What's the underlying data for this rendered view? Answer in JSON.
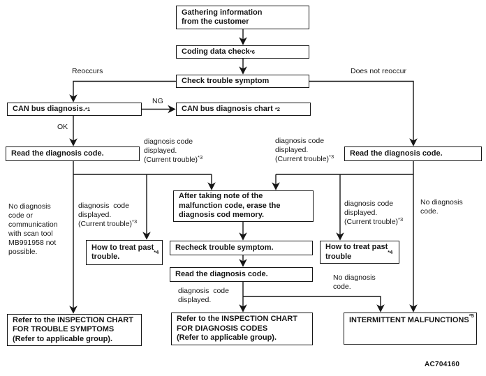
{
  "colors": {
    "ink": "#161616",
    "background": "#ffffff"
  },
  "figure_code": "AC704160",
  "nodes": {
    "gathering": {
      "text": "Gathering information\nfrom the customer"
    },
    "coding": {
      "text": "Coding data check",
      "sup": "*6"
    },
    "check": {
      "text": "Check trouble symptom"
    },
    "canbus": {
      "text": "CAN bus diagnosis.",
      "sup": "*1"
    },
    "canchart": {
      "text": "CAN bus diagnosis chart ",
      "sup": "*2"
    },
    "read_left": {
      "text": "Read the diagnosis code."
    },
    "read_right": {
      "text": "Read the diagnosis code."
    },
    "after_erase": {
      "text": "After taking note of the\nmalfunction code, erase the\ndiagnosis cod memory."
    },
    "recheck": {
      "text": "Recheck trouble symptom."
    },
    "read_center": {
      "text": "Read the diagnosis code."
    },
    "how_left": {
      "text": "How to treat past\ntrouble.",
      "sup": "*4"
    },
    "how_right": {
      "text": "How to treat past\ntrouble",
      "sup": "*4"
    },
    "inspection_symptoms": {
      "text": "Refer to the INSPECTION CHART\nFOR TROUBLE SYMPTOMS\n(Refer to applicable group)."
    },
    "inspection_codes": {
      "text": "Refer to the INSPECTION CHART\nFOR DIAGNOSIS CODES\n(Refer to applicable group)."
    },
    "intermittent": {
      "text": "INTERMITTENT MALFUNCTIONS",
      "sup": "*5"
    }
  },
  "labels": {
    "reoccurs": {
      "text": "Reoccurs"
    },
    "does_not_reoccur": {
      "text": "Does not reoccur"
    },
    "ng": {
      "text": "NG"
    },
    "ok": {
      "text": "OK"
    },
    "dcd_top_left": {
      "text": "diagnosis code\ndisplayed.\n(Current trouble)",
      "sup": "*3"
    },
    "dcd_top_right": {
      "text": "diagnosis code\ndisplayed.\n(Current trouble)",
      "sup": "*3"
    },
    "dcd_mid_left": {
      "text": "diagnosis  code\ndisplayed.\n(Current trouble)",
      "sup": "*3"
    },
    "dcd_mid_right": {
      "text": "diagnosis code\ndisplayed.\n(Current trouble)",
      "sup": "*3"
    },
    "no_code_scan_tool": {
      "text": "No diagnosis\ncode or\ncommunication\nwith scan tool\nMB991958 not\npossible."
    },
    "no_code_right": {
      "text": "No diagnosis\ncode."
    },
    "no_code_center": {
      "text": "No diagnosis\ncode."
    },
    "dcd_bottom": {
      "text": "diagnosis  code\ndisplayed."
    }
  }
}
